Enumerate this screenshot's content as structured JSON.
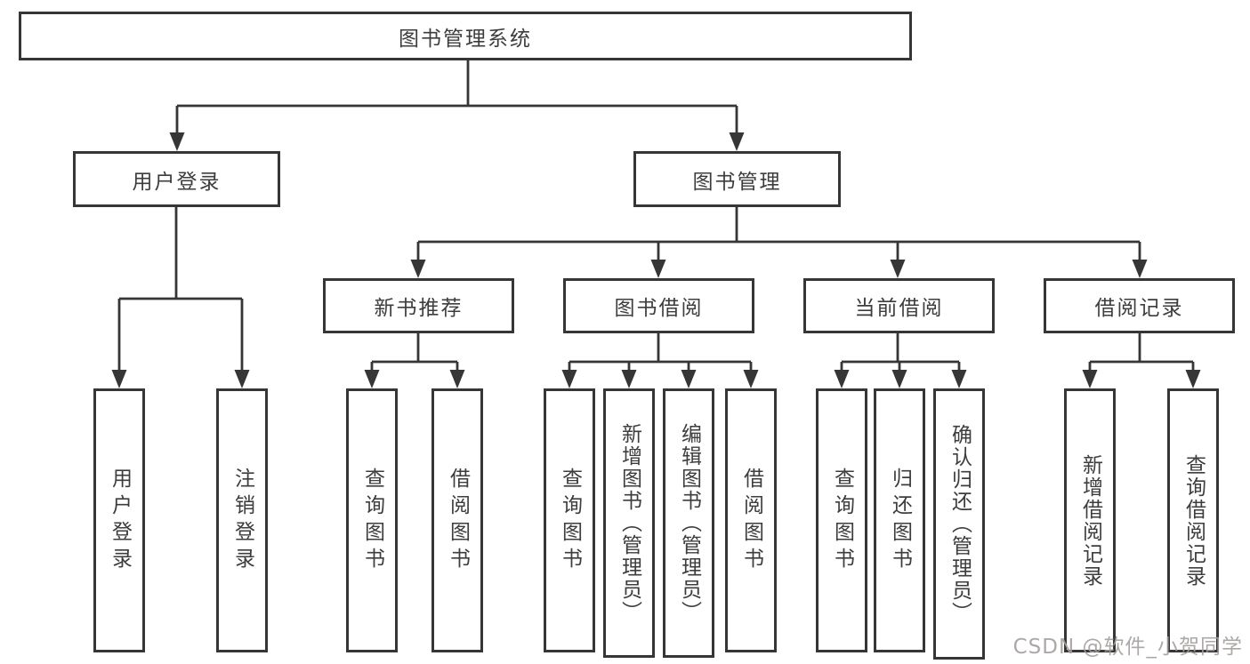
{
  "tree": {
    "label": "图书管理系统",
    "children": [
      {
        "label": "用户登录",
        "children": [
          {
            "label": "用户登录"
          },
          {
            "label": "注销登录"
          }
        ]
      },
      {
        "label": "图书管理",
        "children": [
          {
            "label": "新书推荐",
            "children": [
              {
                "label": "查询图书"
              },
              {
                "label": "借阅图书"
              }
            ]
          },
          {
            "label": "图书借阅",
            "children": [
              {
                "label": "查询图书"
              },
              {
                "label": "新增图书（管理员）"
              },
              {
                "label": "编辑图书（管理员）"
              },
              {
                "label": "借阅图书"
              }
            ]
          },
          {
            "label": "当前借阅",
            "children": [
              {
                "label": "查询图书"
              },
              {
                "label": "归还图书"
              },
              {
                "label": "确认归还（管理员）"
              }
            ]
          },
          {
            "label": "借阅记录",
            "children": [
              {
                "label": "新增借阅记录"
              },
              {
                "label": "查询借阅记录"
              }
            ]
          }
        ]
      }
    ]
  },
  "watermark": {
    "text": "CSDN @软件_小贺同学"
  },
  "colors": {
    "line": "#363636",
    "box_border": "#363636",
    "text": "#3d3d3d",
    "background": "#ffffff",
    "watermark": "#a49e9d"
  }
}
